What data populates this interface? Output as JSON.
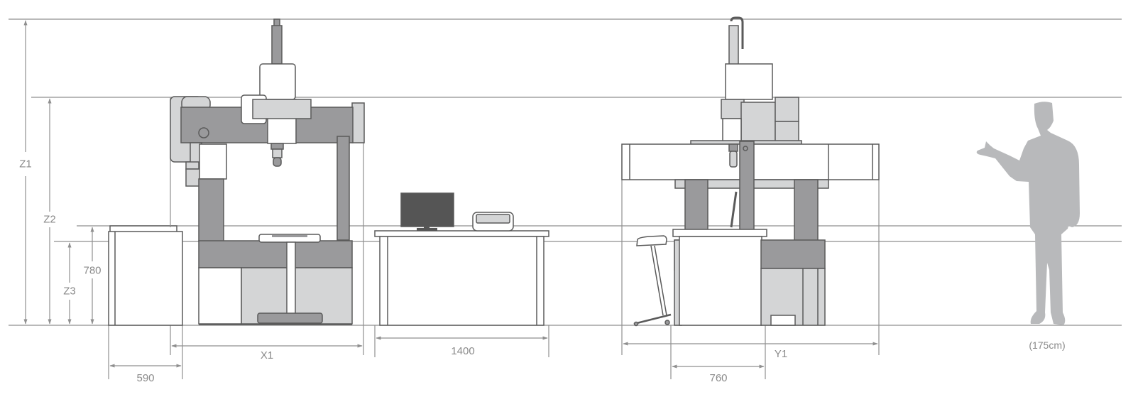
{
  "diagram": {
    "type": "layout-dimension-drawing",
    "subject": "Coordinate measuring machine installation layout (front and side elevation)",
    "colors": {
      "line": "#8f8f8f",
      "outline": "#5a5a5a",
      "dark_fill": "#9a9a9c",
      "light_fill": "#d4d5d6",
      "monitor": "#555555",
      "silhouette": "#b8b9bb",
      "text": "#8a8a8a"
    },
    "vertical_dimensions": [
      {
        "id": "Z1",
        "label": "Z1"
      },
      {
        "id": "Z2",
        "label": "Z2"
      },
      {
        "id": "Z3",
        "label": "Z3"
      },
      {
        "id": "table-height",
        "label": "780"
      }
    ],
    "horizontal_dimensions": [
      {
        "id": "cabinet-width",
        "label": "590"
      },
      {
        "id": "X1",
        "label": "X1"
      },
      {
        "id": "desk-width",
        "label": "1400"
      },
      {
        "id": "Y1",
        "label": "Y1"
      },
      {
        "id": "base-depth",
        "label": "760"
      }
    ],
    "views": [
      {
        "name": "front-view",
        "items": [
          "controller-cabinet",
          "cmm-front-elevation",
          "operator-stool"
        ]
      },
      {
        "name": "computer-desk",
        "items": [
          "desk",
          "monitor",
          "printer"
        ]
      },
      {
        "name": "side-view",
        "items": [
          "cmm-side-elevation",
          "operator-stool"
        ]
      },
      {
        "name": "human-scale",
        "items": [
          "human-silhouette"
        ]
      }
    ],
    "human_scale": {
      "label": "(175cm)"
    }
  }
}
